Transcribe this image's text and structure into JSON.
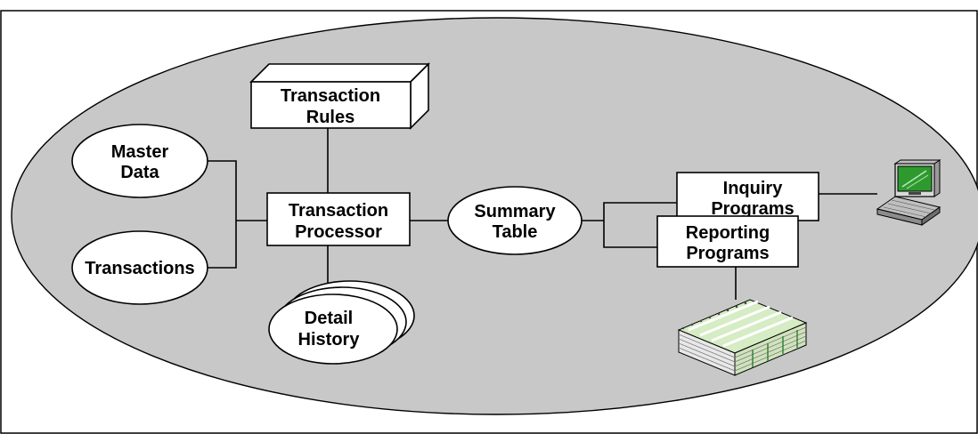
{
  "diagram": {
    "nodes": {
      "transaction_rules": {
        "line1": "Transaction",
        "line2": "Rules"
      },
      "master_data": {
        "line1": "Master",
        "line2": "Data"
      },
      "transactions": {
        "label": "Transactions"
      },
      "transaction_processor": {
        "line1": "Transaction",
        "line2": "Processor"
      },
      "detail_history": {
        "line1": "Detail",
        "line2": "History"
      },
      "summary_table": {
        "line1": "Summary",
        "line2": "Table"
      },
      "inquiry_programs": {
        "line1": "Inquiry",
        "line2": "Programs"
      },
      "reporting_programs": {
        "line1": "Reporting",
        "line2": "Programs"
      }
    },
    "icons": {
      "terminal": "computer-terminal-icon",
      "printout": "printed-report-stack-icon"
    },
    "colors": {
      "background_ellipse": "#c8c8c8",
      "node_fill": "#ffffff",
      "stroke": "#000000",
      "terminal_screen": "#2e9a2e",
      "paper_stripe": "#d6ecc4"
    }
  }
}
